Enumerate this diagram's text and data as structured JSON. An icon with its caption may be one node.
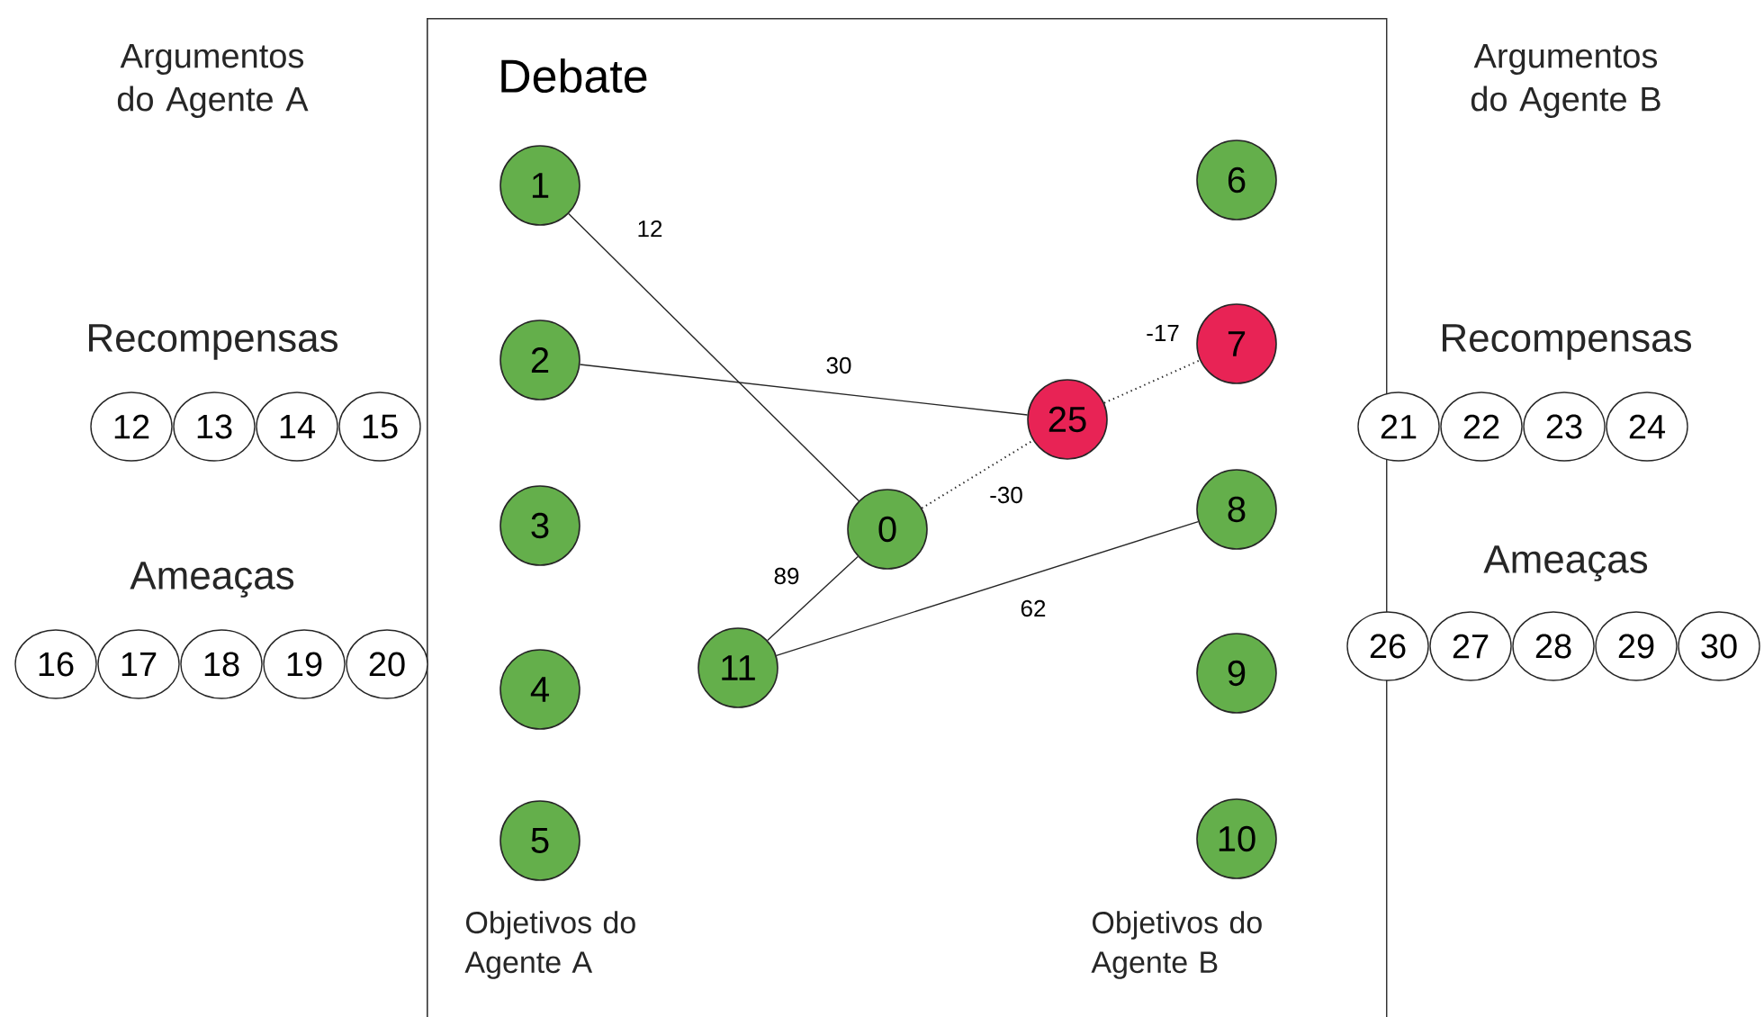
{
  "diagram": {
    "nodes": [
      {
        "text": [
          "Debate"
        ]
      },
      {
        "text": [
          "1"
        ],
        "in": 0
      },
      {
        "text": [
          "2"
        ],
        "in": 0
      },
      {
        "text": [
          "3"
        ],
        "in": 0
      },
      {
        "text": [
          "4"
        ],
        "in": 0
      },
      {
        "text": [
          "5"
        ],
        "in": 0
      },
      {
        "text": [
          "6"
        ],
        "in": 0
      },
      {
        "text": [
          "7"
        ],
        "in": 0
      },
      {
        "text": [
          "8"
        ],
        "in": 0
      },
      {
        "text": [
          "9"
        ],
        "in": 0
      },
      {
        "text": [
          "10"
        ],
        "in": 0
      },
      {
        "text": [
          "0"
        ],
        "in": 0
      },
      {
        "text": [
          "11"
        ],
        "in": 0
      },
      {
        "text": [
          "25"
        ],
        "in": 0
      },
      {
        "text": [
          "12"
        ]
      },
      {
        "text": [
          "13"
        ]
      },
      {
        "text": [
          "14"
        ]
      },
      {
        "text": [
          "15"
        ]
      },
      {
        "text": [
          "16"
        ]
      },
      {
        "text": [
          "17"
        ]
      },
      {
        "text": [
          "18"
        ]
      },
      {
        "text": [
          "19"
        ]
      },
      {
        "text": [
          "20"
        ]
      },
      {
        "text": [
          "21"
        ]
      },
      {
        "text": [
          "22"
        ]
      },
      {
        "text": [
          "23"
        ]
      },
      {
        "text": [
          "24"
        ]
      },
      {
        "text": [
          "26"
        ]
      },
      {
        "text": [
          "27"
        ]
      },
      {
        "text": [
          "28"
        ]
      },
      {
        "text": [
          "29"
        ]
      },
      {
        "text": [
          "30"
        ]
      }
    ],
    "edges": [
      {
        "from": 1,
        "to": 11,
        "arrow": "none",
        "label": "12"
      },
      {
        "from": 2,
        "to": 13,
        "arrow": "none",
        "label": "30"
      },
      {
        "from": 11,
        "to": 13,
        "arrow": "none",
        "label": "-30",
        "style": "dashed"
      },
      {
        "from": 13,
        "to": 7,
        "arrow": "none",
        "label": "-17",
        "style": "dashed"
      },
      {
        "from": 12,
        "to": 11,
        "arrow": "none",
        "label": "89"
      },
      {
        "from": 12,
        "to": 8,
        "arrow": "none",
        "label": "62"
      }
    ],
    "labels": [
      "Argumentos do Agente A",
      "Argumentos do Agente B",
      "Recompensas",
      "Recompensas",
      "Ameaças",
      "Ameaças",
      "Objetivos do Agente A",
      "Objetivos do Agente B"
    ]
  }
}
